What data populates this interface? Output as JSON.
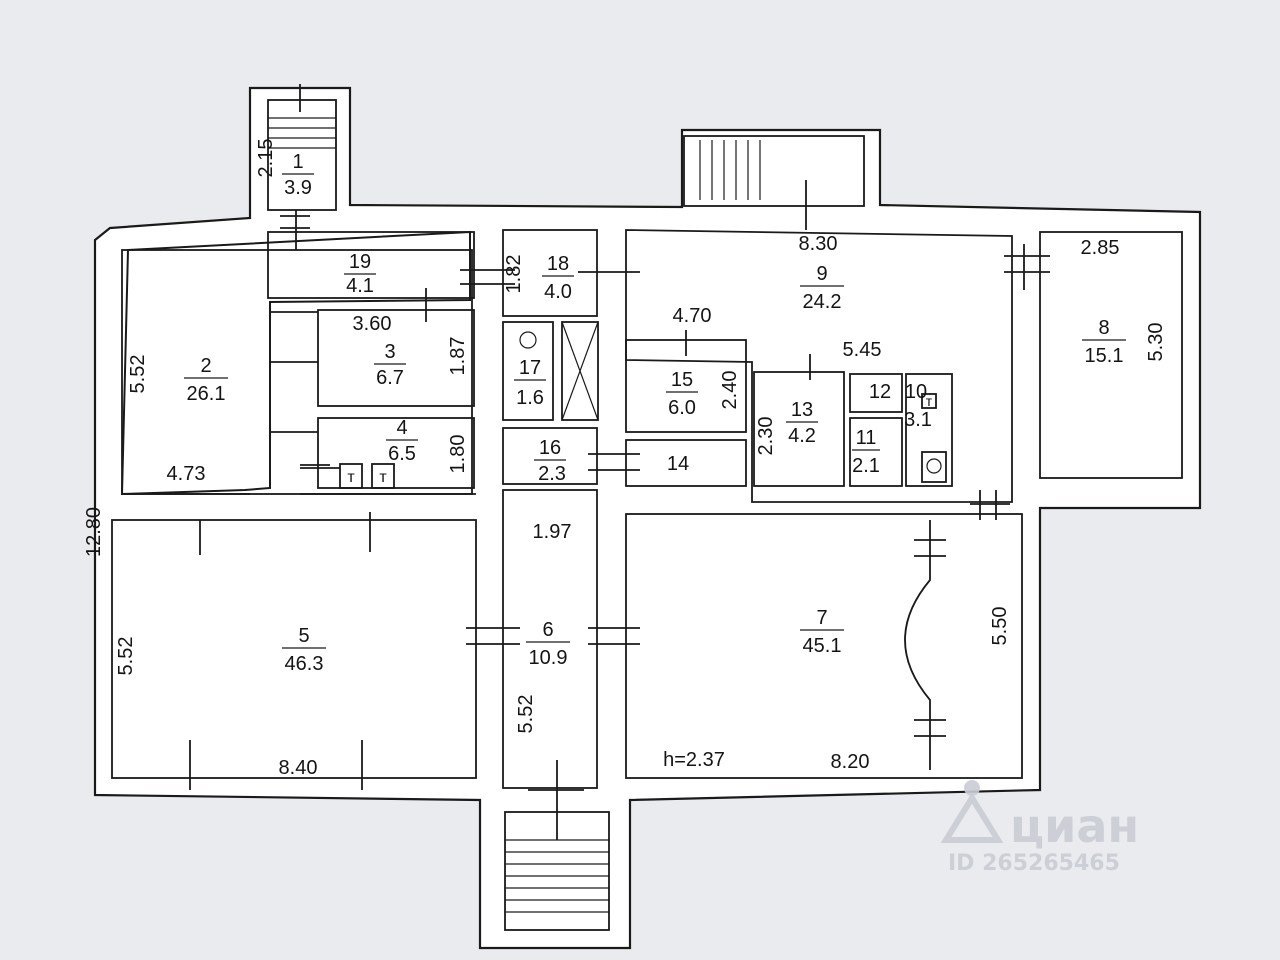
{
  "rooms": [
    {
      "number": "1",
      "area": "3.9"
    },
    {
      "number": "2",
      "area": "26.1"
    },
    {
      "number": "3",
      "area": "6.7"
    },
    {
      "number": "4",
      "area": "6.5"
    },
    {
      "number": "5",
      "area": "46.3"
    },
    {
      "number": "6",
      "area": "10.9"
    },
    {
      "number": "7",
      "area": "45.1"
    },
    {
      "number": "8",
      "area": "15.1"
    },
    {
      "number": "9",
      "area": "24.2"
    },
    {
      "number": "10",
      "area": "3.1"
    },
    {
      "number": "11",
      "area": "2.1"
    },
    {
      "number": "12",
      "area": ""
    },
    {
      "number": "13",
      "area": "4.2"
    },
    {
      "number": "14",
      "area": ""
    },
    {
      "number": "15",
      "area": "6.0"
    },
    {
      "number": "16",
      "area": "2.3"
    },
    {
      "number": "17",
      "area": "1.6"
    },
    {
      "number": "18",
      "area": "4.0"
    },
    {
      "number": "19",
      "area": "4.1"
    }
  ],
  "dimensions": [
    "2.15",
    "8.30",
    "2.85",
    "5.30",
    "5.52",
    "3.60",
    "1.87",
    "1.82",
    "4.70",
    "5.45",
    "2.40",
    "2.30",
    "1.80",
    "4.73",
    "12.80",
    "1.97",
    "5.52",
    "5.52",
    "5.50",
    "8.40",
    "8.20"
  ],
  "ceiling_height": "h=2.37",
  "fixtures": {
    "toilet_mark": "т"
  },
  "watermark": {
    "brand": "циан",
    "id": "ID 265265465"
  }
}
